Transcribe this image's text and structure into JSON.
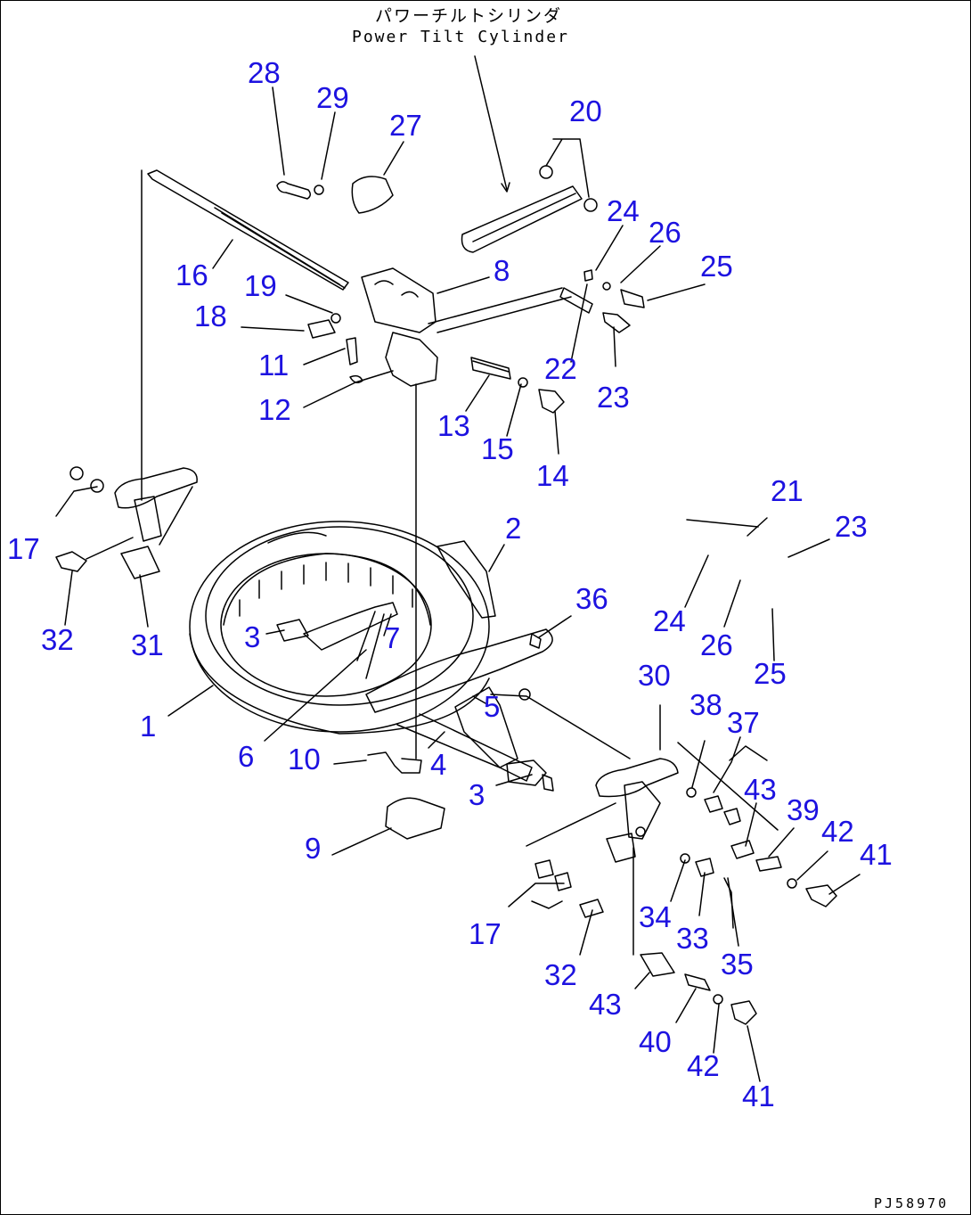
{
  "title_jp": "パワーチルトシリンダ",
  "title_en": "Power Tilt Cylinder",
  "doc_code": "PJ58970",
  "callout_color": "#1d12e0",
  "callouts": [
    "28",
    "29",
    "27",
    "20",
    "24",
    "26",
    "25",
    "16",
    "19",
    "8",
    "18",
    "11",
    "12",
    "22",
    "23",
    "13",
    "15",
    "14",
    "21",
    "2",
    "23",
    "17",
    "32",
    "31",
    "36",
    "24",
    "26",
    "25",
    "3",
    "7",
    "1",
    "5",
    "30",
    "38",
    "37",
    "6",
    "10",
    "4",
    "3",
    "43",
    "39",
    "42",
    "41",
    "9",
    "17",
    "34",
    "33",
    "35",
    "32",
    "43",
    "40",
    "42",
    "41"
  ]
}
